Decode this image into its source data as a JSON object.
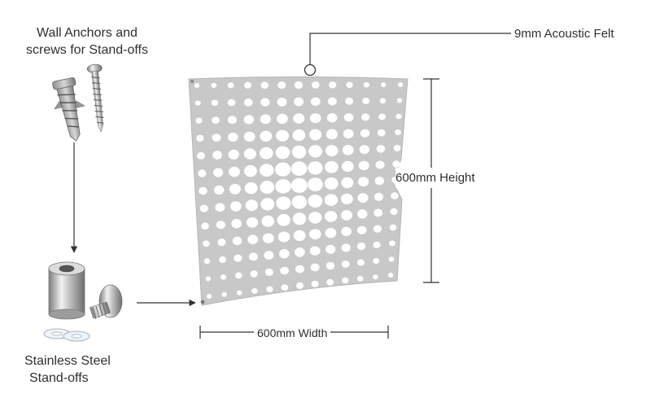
{
  "labels": {
    "anchors_line1": "Wall Anchors and",
    "anchors_line2": "screws for Stand-offs",
    "standoffs_line1": "Stainless Steel",
    "standoffs_line2": "Stand-offs",
    "felt": "9mm Acoustic Felt",
    "height": "600mm Height",
    "width": "600mm Width"
  },
  "colors": {
    "panel": "#c8c8c8",
    "panel_edge": "#b9b9b9",
    "hole": "#ffffff",
    "line": "#333333",
    "steel_light": "#e9e9e9",
    "steel_dark": "#8a8a8a"
  },
  "icons": {
    "anchor": "wall-anchor-icon",
    "screw": "screw-icon",
    "standoff": "standoff-barrel-icon",
    "cap": "standoff-cap-screw-icon",
    "washer": "washer-icon"
  }
}
